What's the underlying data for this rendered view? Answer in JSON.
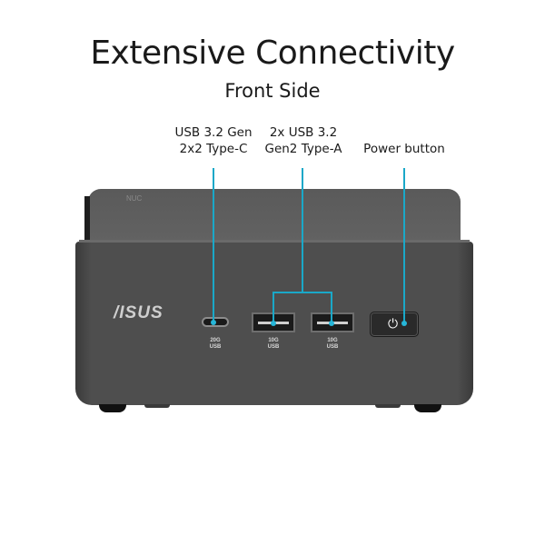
{
  "header": {
    "title": "Extensive Connectivity",
    "subtitle": "Front Side"
  },
  "callouts": [
    {
      "line1": "USB 3.2 Gen",
      "line2": "2x2 Type-C"
    },
    {
      "line1": "2x USB 3.2",
      "line2": "Gen2 Type-A"
    },
    {
      "line1": "Power button",
      "line2": ""
    }
  ],
  "device": {
    "brand_logo": "/ISUS",
    "top_logo": "NUC",
    "ports": [
      {
        "type": "usb-c",
        "speed": "20G",
        "label": "USB"
      },
      {
        "type": "usb-a",
        "speed": "10G",
        "label": "USB"
      },
      {
        "type": "usb-a",
        "speed": "10G",
        "label": "USB"
      },
      {
        "type": "power-button",
        "icon": "⏻"
      }
    ]
  },
  "colors": {
    "callout_line": "#1aa8c8",
    "chassis": "#4e4e4e",
    "background": "#ffffff"
  }
}
